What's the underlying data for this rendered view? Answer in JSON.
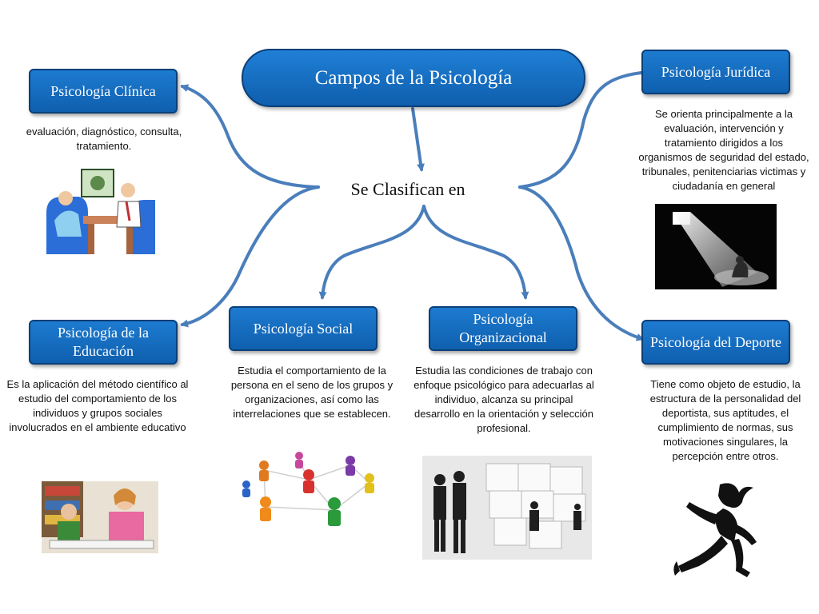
{
  "title": "Campos de la Psicología",
  "center": "Se Clasifican en",
  "nodes": {
    "clinica": {
      "label": "Psicología Clínica",
      "desc": "evaluación, diagnóstico, consulta, tratamiento."
    },
    "juridica": {
      "label": "Psicología Jurídica",
      "desc": "Se orienta principalmente a la evaluación, intervención y tratamiento dirigidos a los organismos de seguridad del estado, tribunales, penitenciarias victimas y ciudadanía en general"
    },
    "educacion": {
      "label": "Psicología de la Educación",
      "desc": "Es la aplicación del método científico al estudio del comportamiento de los individuos y grupos sociales involucrados en el ambiente educativo"
    },
    "social": {
      "label": "Psicología Social",
      "desc": "Estudia el comportamiento de la persona en el seno de los grupos y organizaciones, así como las interrelaciones que se establecen."
    },
    "organizacional": {
      "label": "Psicología Organizacional",
      "desc": "Estudia las condiciones de trabajo con enfoque psicológico para adecuarlas al individuo, alcanza su principal desarrollo en la orientación y selección profesional."
    },
    "deporte": {
      "label": "Psicología del Deporte",
      "desc": "Tiene como objeto de estudio, la estructura de la personalidad del deportista, sus aptitudes, el cumplimiento de normas, sus motivaciones singulares, la percepción entre otros."
    }
  },
  "colors": {
    "box": "#1565b8",
    "arrow": "#4a7ebb"
  }
}
